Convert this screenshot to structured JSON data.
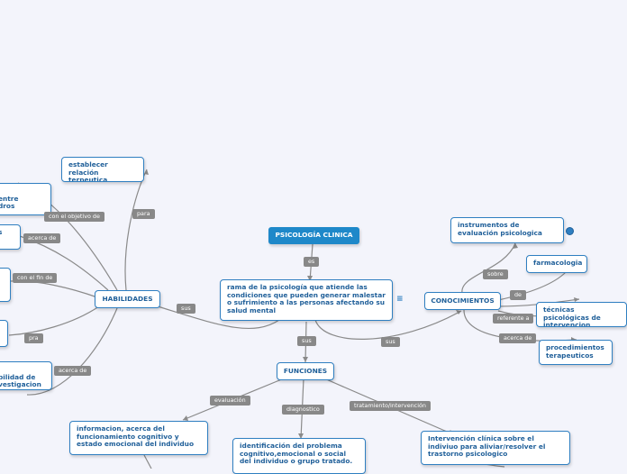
{
  "root": {
    "title": "PSICOLOGÍA CLINICA"
  },
  "definition": {
    "text": "rama de la psicología que atiende las condiciones que pueden generar malestar o sufrimiento a las personas afectando su salud mental"
  },
  "nodes": {
    "habilidades": "HABILIDADES",
    "funciones": "FUNCIONES",
    "conocimientos": "CONOCIMIENTOS",
    "establecer": "establecer relación terpeutica",
    "instrumentos": "instrumentos de evaluación psicologica",
    "farmacologia": "farmacologia",
    "tecnicas": "técnicas psicológicas de intervencion",
    "procedimientos": "procedimientos terapeuticos",
    "informacion": "informacion, acerca del funcionamiento cognitivo y estado emocional del individuo",
    "identificacion": "identificación del problema cognitivo,emocional o social del individuo o grupo tratado.",
    "intervencion": "Intervención clínica sobre el indiviuo para aliviar/resolver el trastorno psicologico",
    "partial_entre": "entre\ndros",
    "partial_s": "s",
    "partial_bilidad": "bilidad de\nvestigacion"
  },
  "links": {
    "es": "es",
    "sus_left": "sus",
    "sus_down": "sus",
    "sus_right": "sus",
    "para": "para",
    "objetivo": "con el objetivo de",
    "acerca1": "acerca de",
    "fin": "con el fin de",
    "pra": "pra",
    "acerca2": "acerca de",
    "evaluacion": "evaluación",
    "diagnostico": "diagnostico",
    "tratamiento": "tratamiento/intervención",
    "sobre": "sobre",
    "de": "de",
    "referente": "referente a",
    "acerca3": "acerca de"
  },
  "icons": {
    "note": "note-icon",
    "globe": "globe-icon"
  },
  "colors": {
    "node_border": "#2f7fc1",
    "node_text": "#1f5f99",
    "root_fill": "#1e88c9",
    "label_fill": "#888888",
    "line": "#8a8a8a"
  }
}
